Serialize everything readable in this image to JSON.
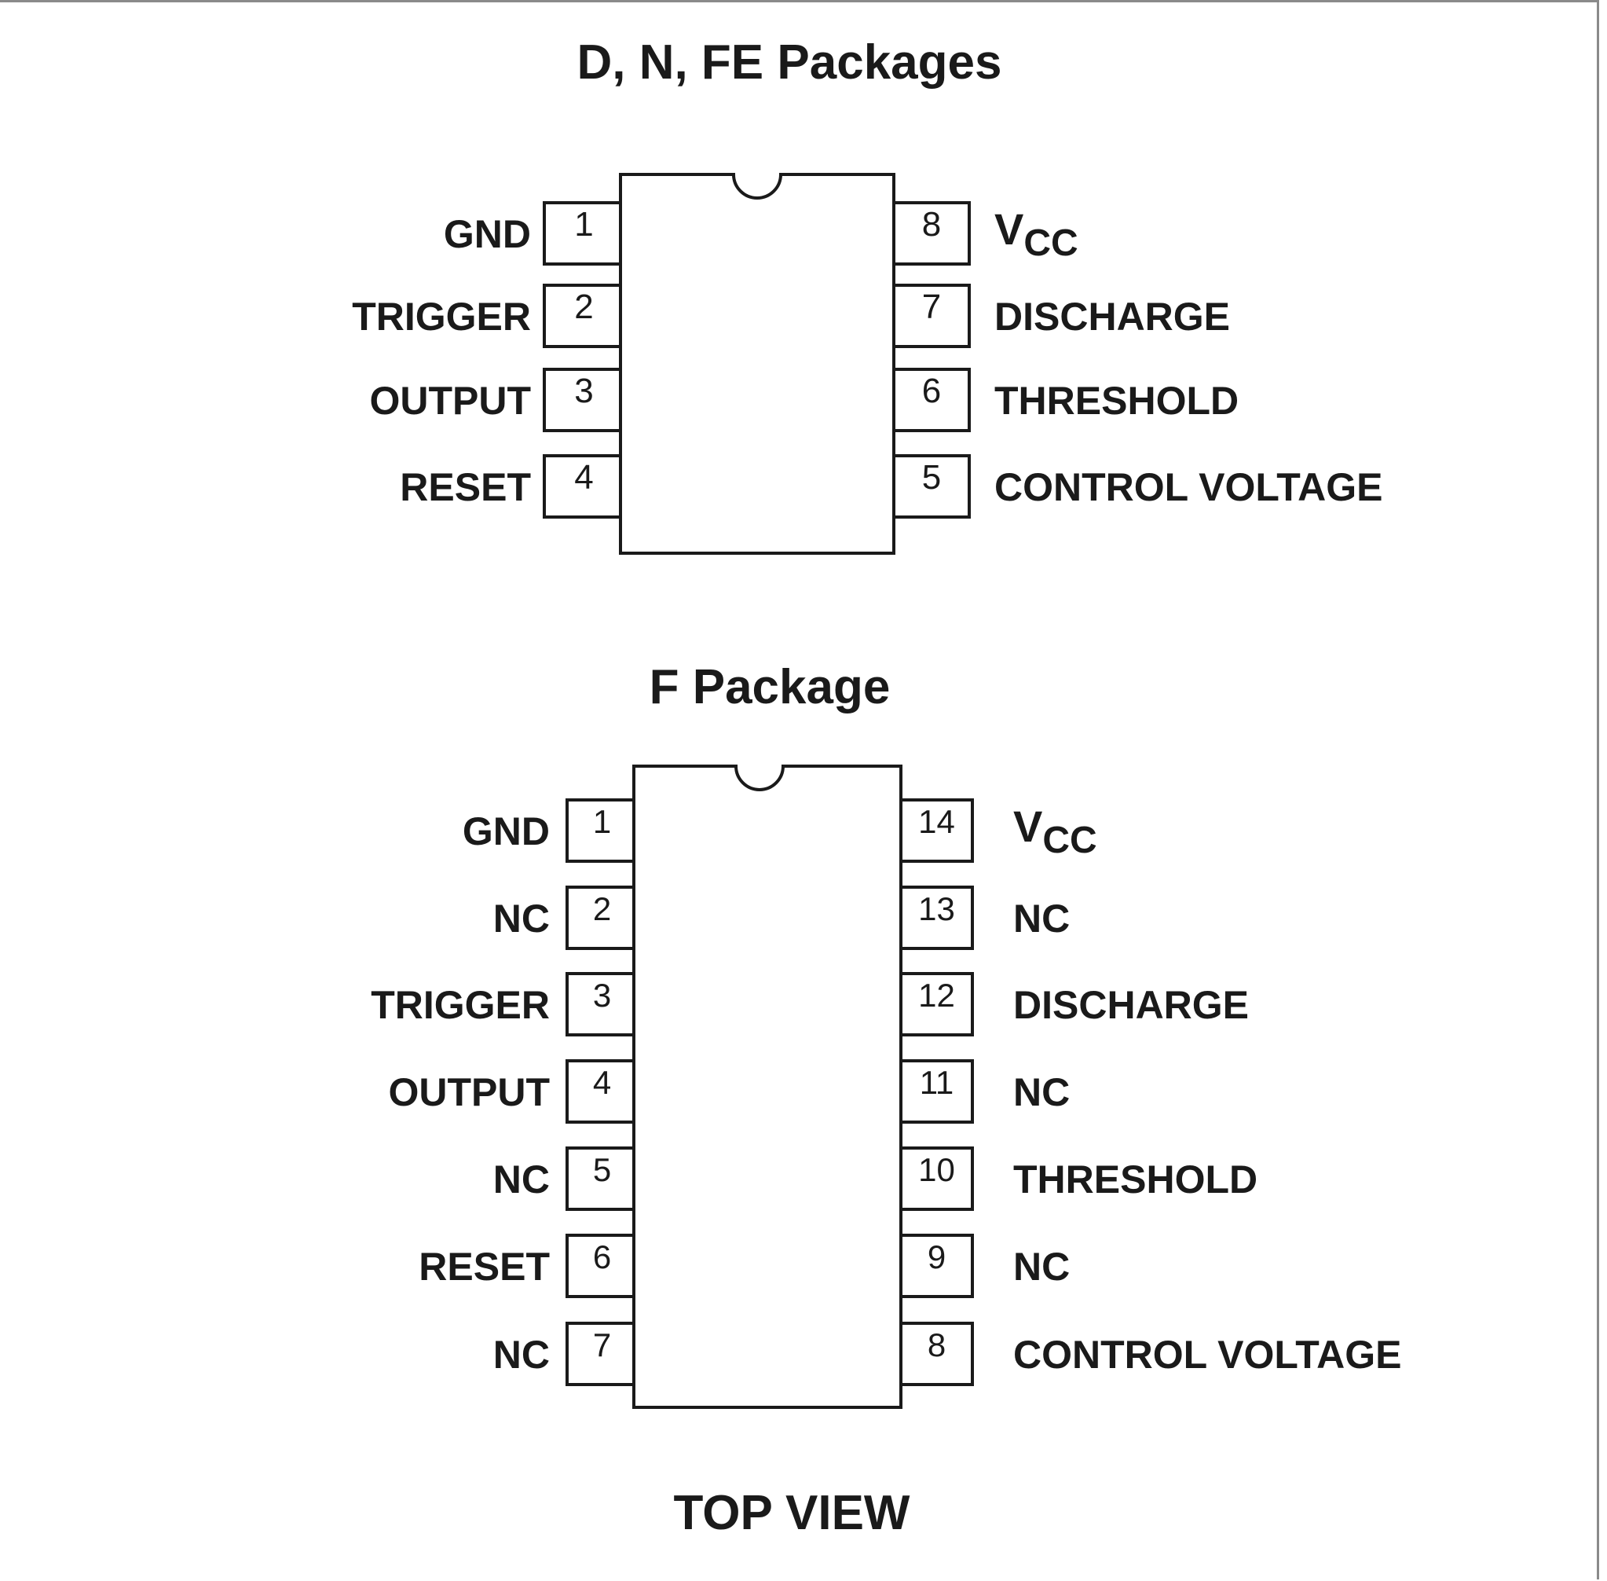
{
  "diagram_title": "D, N, FE Packages",
  "packages": [
    {
      "title": "D, N, FE Packages",
      "left_pins": [
        {
          "number": "1",
          "label": "GND"
        },
        {
          "number": "2",
          "label": "TRIGGER"
        },
        {
          "number": "3",
          "label": "OUTPUT"
        },
        {
          "number": "4",
          "label": "RESET"
        }
      ],
      "right_pins": [
        {
          "number": "8",
          "label": "V",
          "sub": "CC"
        },
        {
          "number": "7",
          "label": "DISCHARGE"
        },
        {
          "number": "6",
          "label": "THRESHOLD"
        },
        {
          "number": "5",
          "label": "CONTROL VOLTAGE"
        }
      ]
    },
    {
      "title": "F Package",
      "left_pins": [
        {
          "number": "1",
          "label": "GND"
        },
        {
          "number": "2",
          "label": "NC"
        },
        {
          "number": "3",
          "label": "TRIGGER"
        },
        {
          "number": "4",
          "label": "OUTPUT"
        },
        {
          "number": "5",
          "label": "NC"
        },
        {
          "number": "6",
          "label": "RESET"
        },
        {
          "number": "7",
          "label": "NC"
        }
      ],
      "right_pins": [
        {
          "number": "14",
          "label": "V",
          "sub": "CC"
        },
        {
          "number": "13",
          "label": "NC"
        },
        {
          "number": "12",
          "label": "DISCHARGE"
        },
        {
          "number": "11",
          "label": "NC"
        },
        {
          "number": "10",
          "label": "THRESHOLD"
        },
        {
          "number": "9",
          "label": "NC"
        },
        {
          "number": "8",
          "label": "CONTROL VOLTAGE"
        }
      ]
    }
  ],
  "footer": "TOP VIEW",
  "colors": {
    "ink": "#1a1a1a",
    "frame": "#8a8a8a"
  }
}
